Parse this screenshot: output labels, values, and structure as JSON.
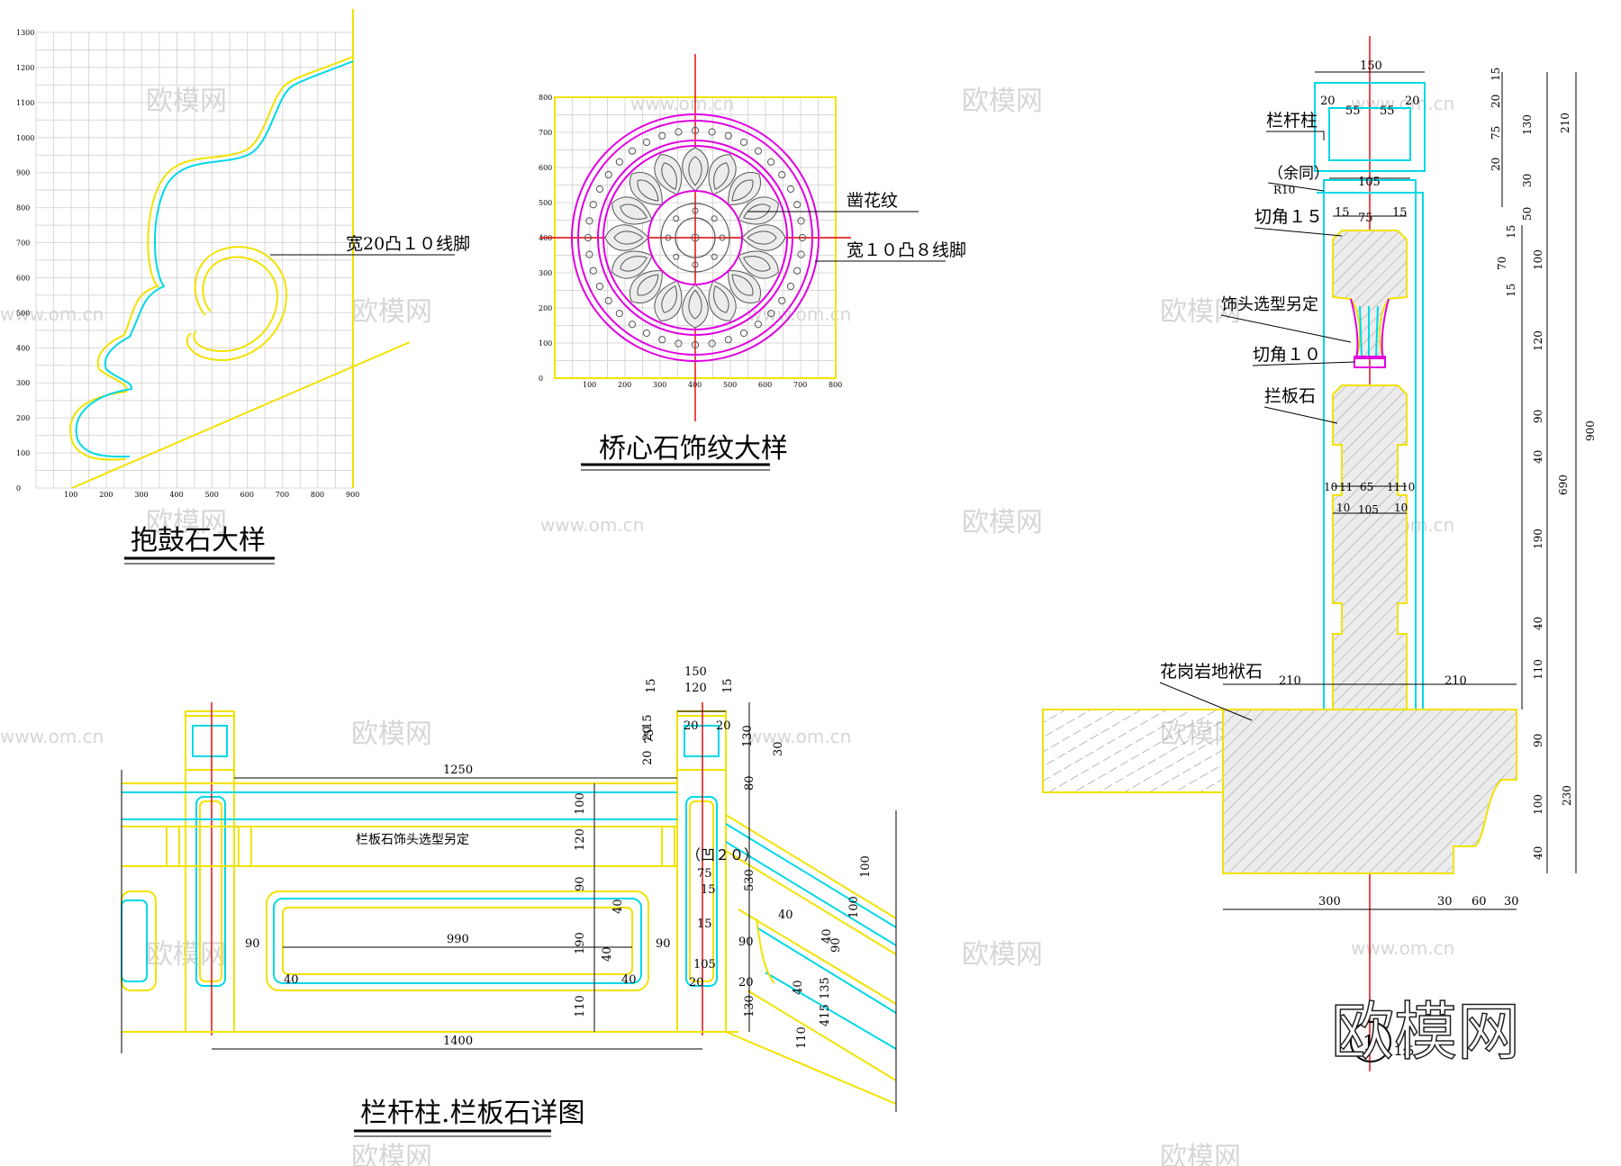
{
  "titles": {
    "drum_stone": "抱鼓石大样",
    "bridge_center": "桥心石饰纹大样",
    "railing": "栏杆柱.栏板石详图",
    "section_scale": "1:5",
    "section_no": "1"
  },
  "watermark": {
    "brand": "欧模网",
    "url": "www.om.cn"
  },
  "drum": {
    "y_ticks": [
      "1300",
      "1200",
      "1100",
      "1000",
      "900",
      "800",
      "700",
      "600",
      "500",
      "400",
      "300",
      "200",
      "100",
      "0"
    ],
    "x_ticks": [
      "100",
      "200",
      "300",
      "400",
      "500",
      "600",
      "700",
      "800",
      "900"
    ],
    "note": "宽20凸１０线脚"
  },
  "medallion": {
    "y_ticks": [
      "800",
      "700",
      "600",
      "500",
      "400",
      "300",
      "200",
      "100",
      "0"
    ],
    "x_ticks": [
      "100",
      "200",
      "300",
      "400",
      "500",
      "600",
      "700",
      "800"
    ],
    "note1": "凿花纹",
    "note2": "宽１０凸８线脚"
  },
  "railing": {
    "dims": [
      "1250",
      "100",
      "120",
      "90",
      "190",
      "110",
      "1400",
      "990",
      "90",
      "90",
      "40",
      "40",
      "40",
      "40",
      "150",
      "120",
      "15",
      "15",
      "15",
      "20",
      "20",
      "20",
      "75",
      "20",
      "130",
      "30",
      "80",
      "530",
      "130",
      "75",
      "15",
      "15",
      "105",
      "20",
      "20",
      "90",
      "100",
      "100",
      "90",
      "40",
      "135",
      "415",
      "40",
      "110",
      "40"
    ],
    "note": "栏板石饰头选型另定",
    "note2": "（凹２０）"
  },
  "section": {
    "labels": [
      "栏杆柱",
      "（余同）",
      "R10",
      "切角１５",
      "饰头选型另定",
      "切角１０",
      "拦板石",
      "花岗岩地袱石"
    ],
    "top_dims": [
      "150",
      "20",
      "55",
      "55",
      "20"
    ],
    "dims105": [
      "105",
      "15",
      "75",
      "15"
    ],
    "mid_dims": [
      "10",
      "11",
      "65",
      "11",
      "10",
      "10",
      "105",
      "10"
    ],
    "base_dims": [
      "210",
      "210",
      "300",
      "30",
      "60",
      "30"
    ],
    "right_small": [
      "15",
      "20",
      "75",
      "20",
      "130",
      "30",
      "210",
      "50",
      "15",
      "70",
      "100",
      "15",
      "120",
      "90",
      "40",
      "190",
      "40",
      "110",
      "690",
      "900",
      "90",
      "100",
      "40",
      "230"
    ]
  }
}
